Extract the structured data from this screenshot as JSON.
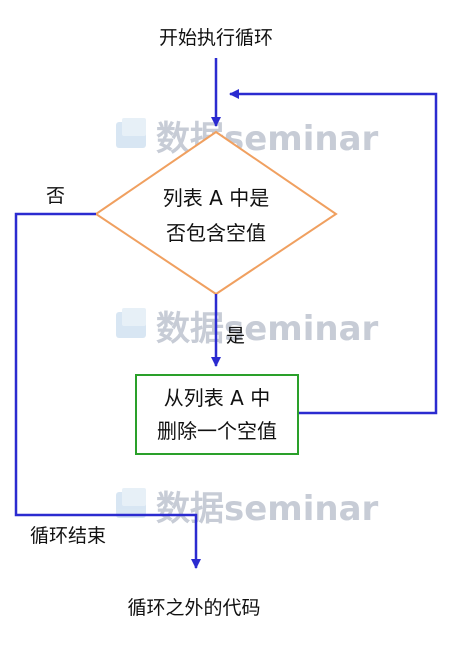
{
  "watermark": "数据seminar",
  "diagram": {
    "start_label": "开始执行循环",
    "condition_line1": "列表 A 中是",
    "condition_line2": "否包含空值",
    "yes_label": "是",
    "no_label": "否",
    "action_line1": "从列表 A 中",
    "action_line2": "删除一个空值",
    "loop_end_label": "循环结束",
    "after_label": "循环之外的代码"
  },
  "colors": {
    "arrow": "#2b2bd0",
    "diamond_stroke": "#f0a060",
    "box_stroke": "#2aa02a",
    "watermark": "#c7ccd6",
    "text": "#111111"
  }
}
